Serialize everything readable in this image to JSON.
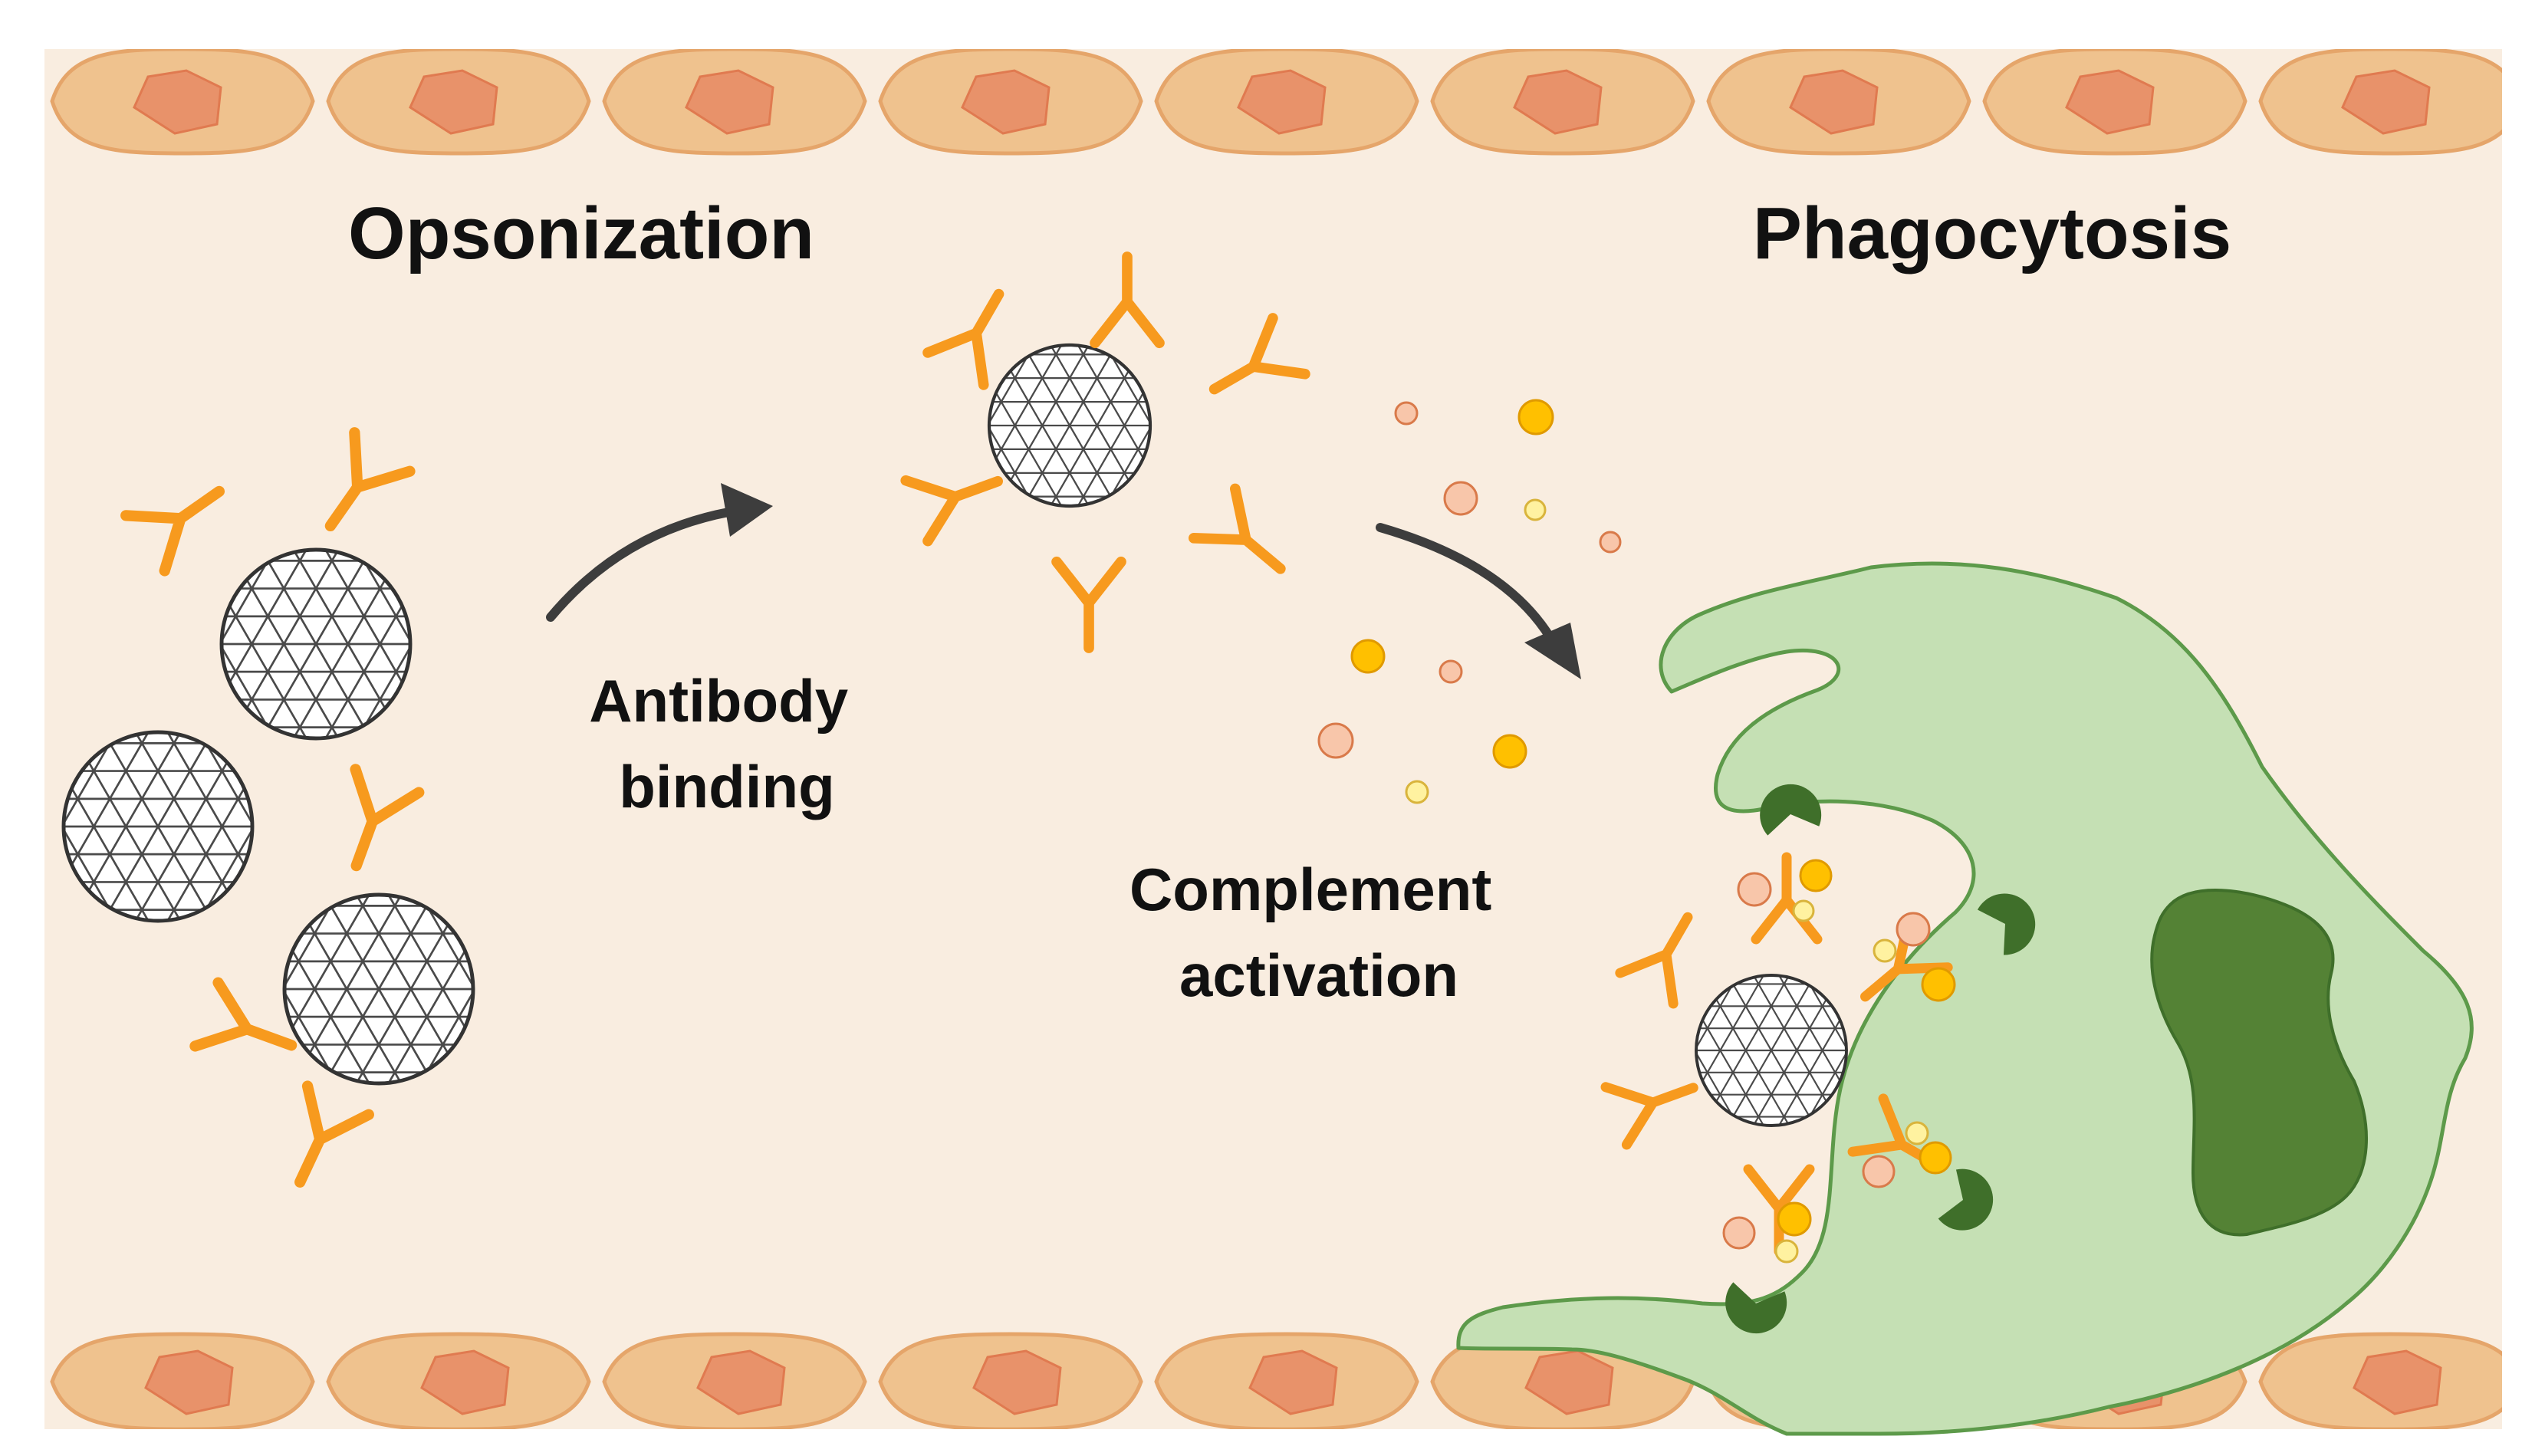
{
  "labels": {
    "opsonization": "Opsonization",
    "phagocytosis": "Phagocytosis",
    "antibody_binding": [
      "Antibody",
      "binding"
    ],
    "complement_activation": [
      "Complement",
      "activation"
    ]
  },
  "colors": {
    "lumen": "#f9ede0",
    "endothelial_cell": "#efc28e",
    "endothelial_outline": "#e5a56a",
    "endothelial_nucleus": "#e8926a",
    "antibody": "#f79a1e",
    "pathogen_fill": "#ffffff",
    "pathogen_mesh": "#444444",
    "arrow": "#3d3d3d",
    "phagocyte": "#c5e0b4",
    "phagocyte_outline": "#5d9a4a",
    "phagocyte_nucleus": "#548235",
    "receptor": "#3f6f2a",
    "complement_peach": "#f8c6aa",
    "complement_gold": "#ffc000",
    "complement_yellow": "#fff2a0"
  },
  "icons": {
    "pathogen": "geodesic-sphere-icon",
    "antibody": "y-shaped-antibody-icon",
    "receptor": "pacman-receptor-icon",
    "complement": "circle-particle-icon"
  }
}
